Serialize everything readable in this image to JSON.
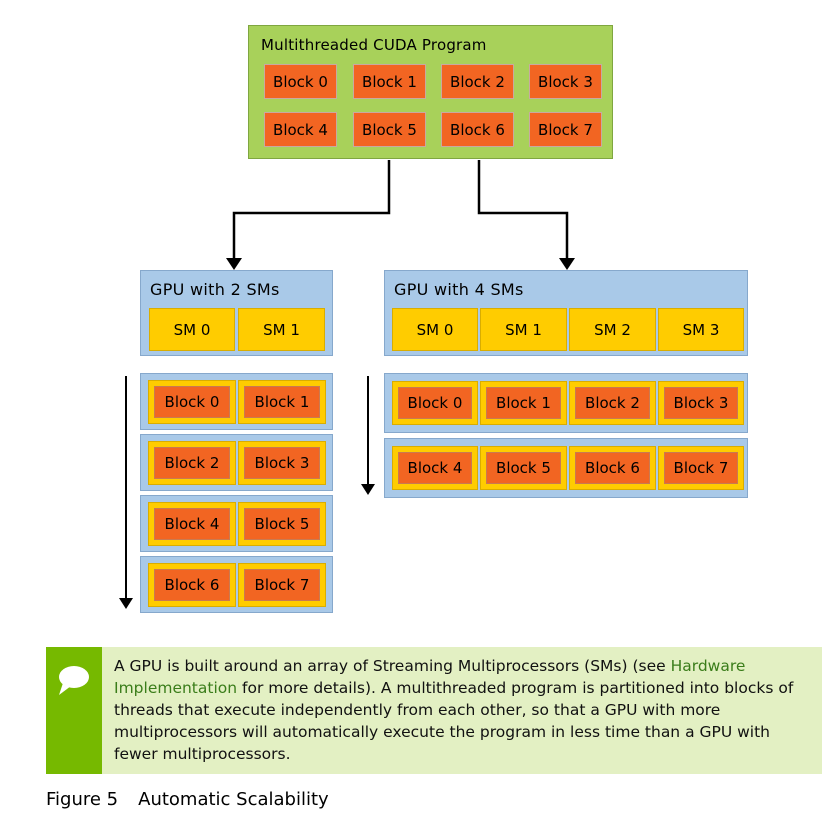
{
  "program": {
    "title": "Multithreaded CUDA Program",
    "blocks": [
      "Block 0",
      "Block 1",
      "Block 2",
      "Block 3",
      "Block 4",
      "Block 5",
      "Block 6",
      "Block 7"
    ]
  },
  "gpu2": {
    "title": "GPU with 2 SMs",
    "sms": [
      "SM 0",
      "SM 1"
    ],
    "rows": [
      [
        "Block 0",
        "Block 1"
      ],
      [
        "Block 2",
        "Block 3"
      ],
      [
        "Block 4",
        "Block 5"
      ],
      [
        "Block 6",
        "Block 7"
      ]
    ]
  },
  "gpu4": {
    "title": "GPU with 4 SMs",
    "sms": [
      "SM 0",
      "SM 1",
      "SM 2",
      "SM 3"
    ],
    "rows": [
      [
        "Block 0",
        "Block 1",
        "Block 2",
        "Block 3"
      ],
      [
        "Block 4",
        "Block 5",
        "Block 6",
        "Block 7"
      ]
    ]
  },
  "note": {
    "icon": "speech-bubble-icon",
    "text_before": "A GPU is built around an array of Streaming Multiprocessors (SMs) (see ",
    "link": "Hardware Implementation",
    "text_after": " for more details). A multithreaded program is partitioned into blocks of threads that execute independently from each other, so that a GPU with more multiprocessors will automatically execute the program in less time than a GPU with fewer multiprocessors."
  },
  "caption": {
    "number": "Figure 5",
    "title": "Automatic Scalability"
  },
  "colors": {
    "program_bg": "#a8d15a",
    "block": "#f26522",
    "sm": "#ffcc00",
    "gpu_bg": "#a9c9e8",
    "note_bar": "#76b900",
    "note_bg": "#e3f0c3"
  }
}
